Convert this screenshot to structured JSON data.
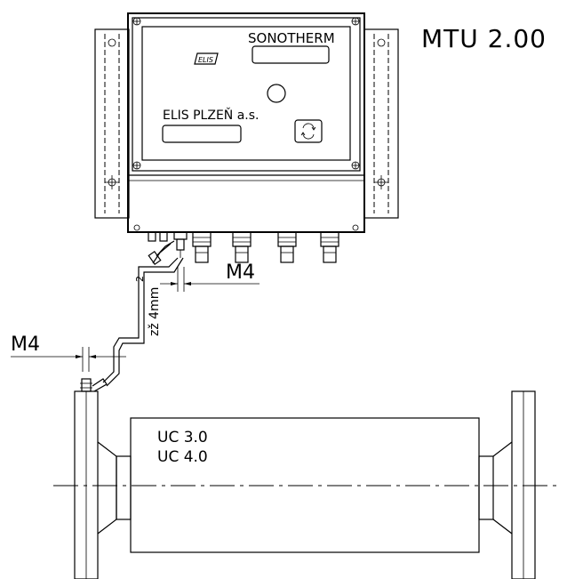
{
  "title": "MTU  2.00",
  "unit": {
    "brand_label": "SONOTHERM",
    "manufacturer_label": "ELIS  PLZEŇ a.s.",
    "logo_text": "ELIS"
  },
  "dimensions": {
    "upper_thread": "M4",
    "lower_thread": "M4",
    "wire_label": "zž  4mm",
    "wire_superscript": "2"
  },
  "sensor": {
    "label_line1": "UC  3.0",
    "label_line2": "UC  4.0"
  }
}
